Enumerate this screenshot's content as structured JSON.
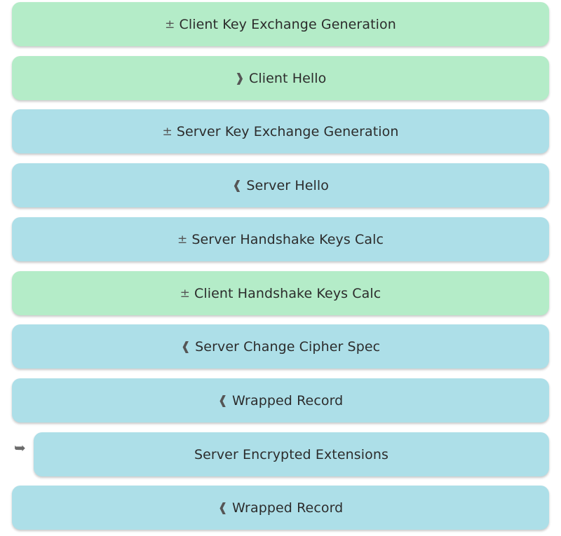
{
  "colors": {
    "client": "#b4ecc8",
    "server": "#addfe8",
    "text": "#2c2c2c",
    "glyph": "#555555",
    "arrow": "#6b6b6b"
  },
  "rows": [
    {
      "glyph": "±",
      "label": "Client Key Exchange Generation",
      "kind": "client"
    },
    {
      "glyph": "❱",
      "label": "Client Hello",
      "kind": "client"
    },
    {
      "glyph": "±",
      "label": "Server Key Exchange Generation",
      "kind": "server"
    },
    {
      "glyph": "❰",
      "label": "Server Hello",
      "kind": "server"
    },
    {
      "glyph": "±",
      "label": "Server Handshake Keys Calc",
      "kind": "server"
    },
    {
      "glyph": "±",
      "label": "Client Handshake Keys Calc",
      "kind": "client"
    },
    {
      "glyph": "❰",
      "label": "Server Change Cipher Spec",
      "kind": "server"
    },
    {
      "glyph": "❰",
      "label": "Wrapped Record",
      "kind": "server"
    },
    {
      "glyph": "",
      "label": "Server Encrypted Extensions",
      "kind": "server",
      "nested": true,
      "pointer_icon": "right-arrow-icon"
    },
    {
      "glyph": "❰",
      "label": "Wrapped Record",
      "kind": "server"
    }
  ]
}
